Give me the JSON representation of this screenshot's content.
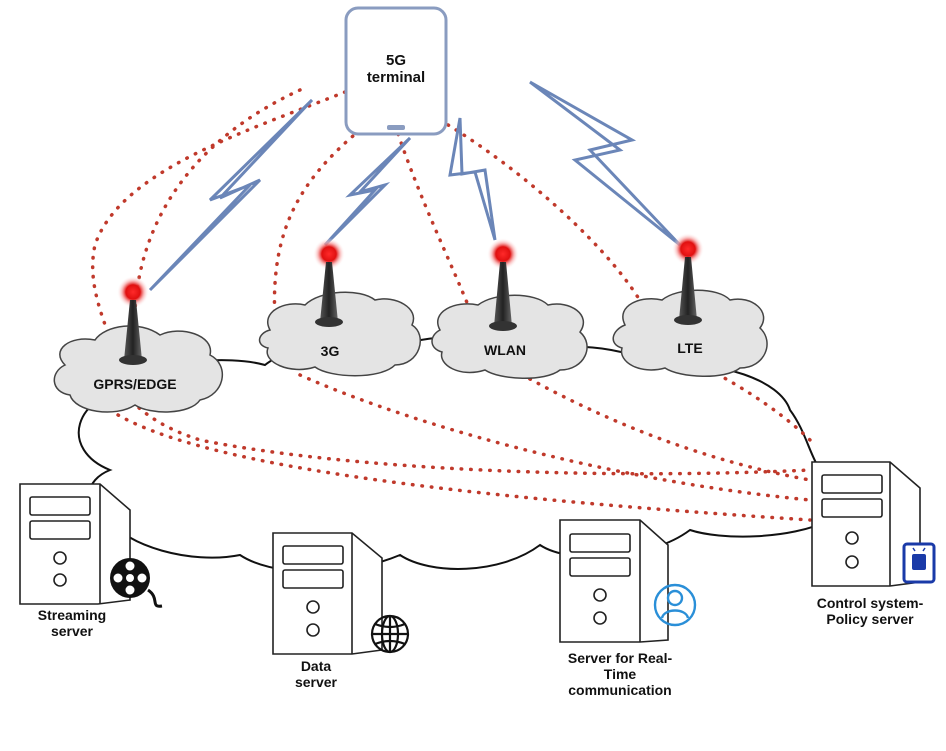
{
  "terminal": {
    "line1": "5G",
    "line2": "terminal"
  },
  "networks": [
    {
      "label": "GPRS/EDGE"
    },
    {
      "label": "3G"
    },
    {
      "label": "WLAN"
    },
    {
      "label": "LTE"
    }
  ],
  "servers": [
    {
      "line1": "Streaming",
      "line2": "server",
      "icon": "film-reel-icon"
    },
    {
      "line1": "Data",
      "line2": "server",
      "icon": "globe-icon"
    },
    {
      "line1": "Server for Real-",
      "line2": "Time",
      "line3": "communication",
      "icon": "user-icon"
    },
    {
      "line1": "Control system-",
      "line2": "Policy server",
      "icon": "mobile-app-icon"
    }
  ],
  "colors": {
    "link": "#c0392b",
    "wireless": "#6b86b8",
    "antenna_light": "#e01010",
    "outline": "#222222"
  }
}
